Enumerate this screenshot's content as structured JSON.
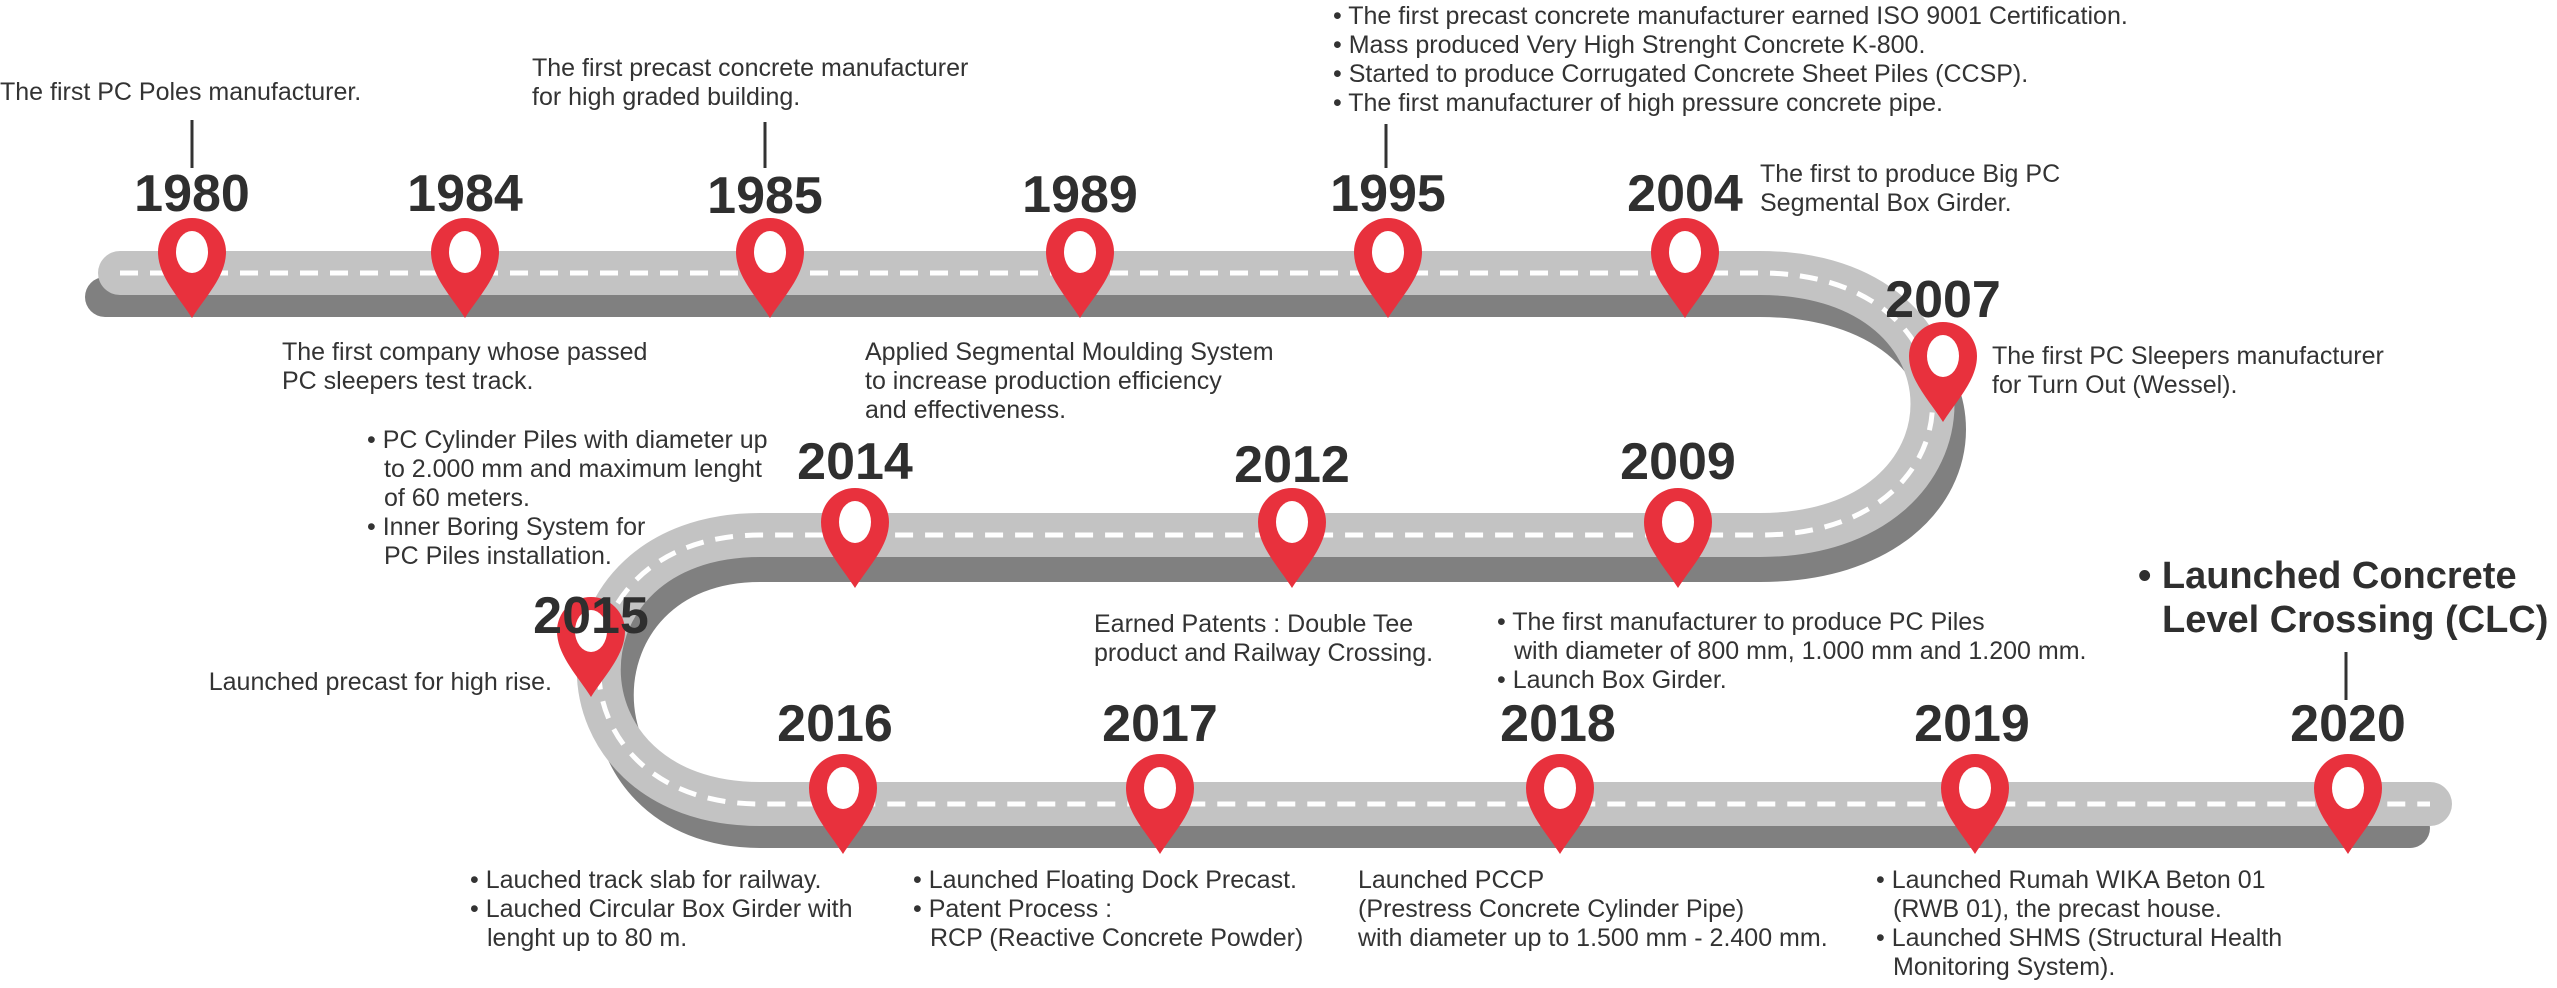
{
  "colors": {
    "road_light": "#c3c3c3",
    "road_dark": "#808080",
    "lane_dash": "#ffffff",
    "pin": "#e8313d",
    "text": "#333333"
  },
  "icon": "map-pin-icon",
  "milestones": [
    {
      "year": "1980",
      "lines": [
        "The first PC Poles manufacturer."
      ]
    },
    {
      "year": "1984",
      "lines": [
        "The first company whose passed",
        "PC sleepers test track."
      ]
    },
    {
      "year": "1985",
      "lines": [
        "The first precast concrete manufacturer",
        "for high graded building."
      ]
    },
    {
      "year": "1989",
      "lines": [
        "Applied Segmental Moulding System",
        "to increase production efficiency",
        "and effectiveness."
      ]
    },
    {
      "year": "1995",
      "lines": [
        "• The first precast concrete manufacturer earned ISO 9001 Certification.",
        "• Mass produced Very High Strenght Concrete K-800.",
        "• Started to produce Corrugated Concrete Sheet Piles (CCSP).",
        "• The first manufacturer of high pressure concrete pipe."
      ]
    },
    {
      "year": "2004",
      "lines": [
        "The first to produce Big PC",
        "Segmental Box Girder."
      ]
    },
    {
      "year": "2007",
      "lines": [
        "The first PC Sleepers manufacturer",
        "for Turn Out (Wessel)."
      ]
    },
    {
      "year": "2009",
      "lines": [
        "• The first manufacturer to produce PC Piles",
        "with diameter of 800 mm, 1.000 mm and 1.200 mm.",
        "• Launch Box Girder."
      ]
    },
    {
      "year": "2012",
      "lines": [
        "Earned Patents : Double Tee",
        "product and Railway Crossing."
      ]
    },
    {
      "year": "2014",
      "lines": [
        "• PC Cylinder Piles with diameter up",
        "to 2.000 mm and maximum lenght",
        "of 60 meters.",
        "• Inner Boring System for",
        "PC Piles installation."
      ]
    },
    {
      "year": "2015",
      "lines": [
        "Launched precast for high rise."
      ]
    },
    {
      "year": "2016",
      "lines": [
        "• Lauched track slab for railway.",
        "• Lauched Circular Box Girder with",
        "lenght up to 80 m."
      ]
    },
    {
      "year": "2017",
      "lines": [
        "• Launched Floating Dock Precast.",
        "• Patent Process :",
        "RCP (Reactive Concrete Powder)"
      ]
    },
    {
      "year": "2018",
      "lines": [
        "Launched PCCP",
        "(Prestress Concrete Cylinder Pipe)",
        "with diameter up to 1.500 mm - 2.400 mm."
      ]
    },
    {
      "year": "2019",
      "lines": [
        "• Launched Rumah WIKA Beton 01",
        "(RWB 01), the precast house.",
        "• Launched SHMS (Structural Health",
        "Monitoring System)."
      ]
    },
    {
      "year": "2020",
      "lines": [
        "• Launched Concrete",
        "Level Crossing (CLC)"
      ]
    }
  ]
}
